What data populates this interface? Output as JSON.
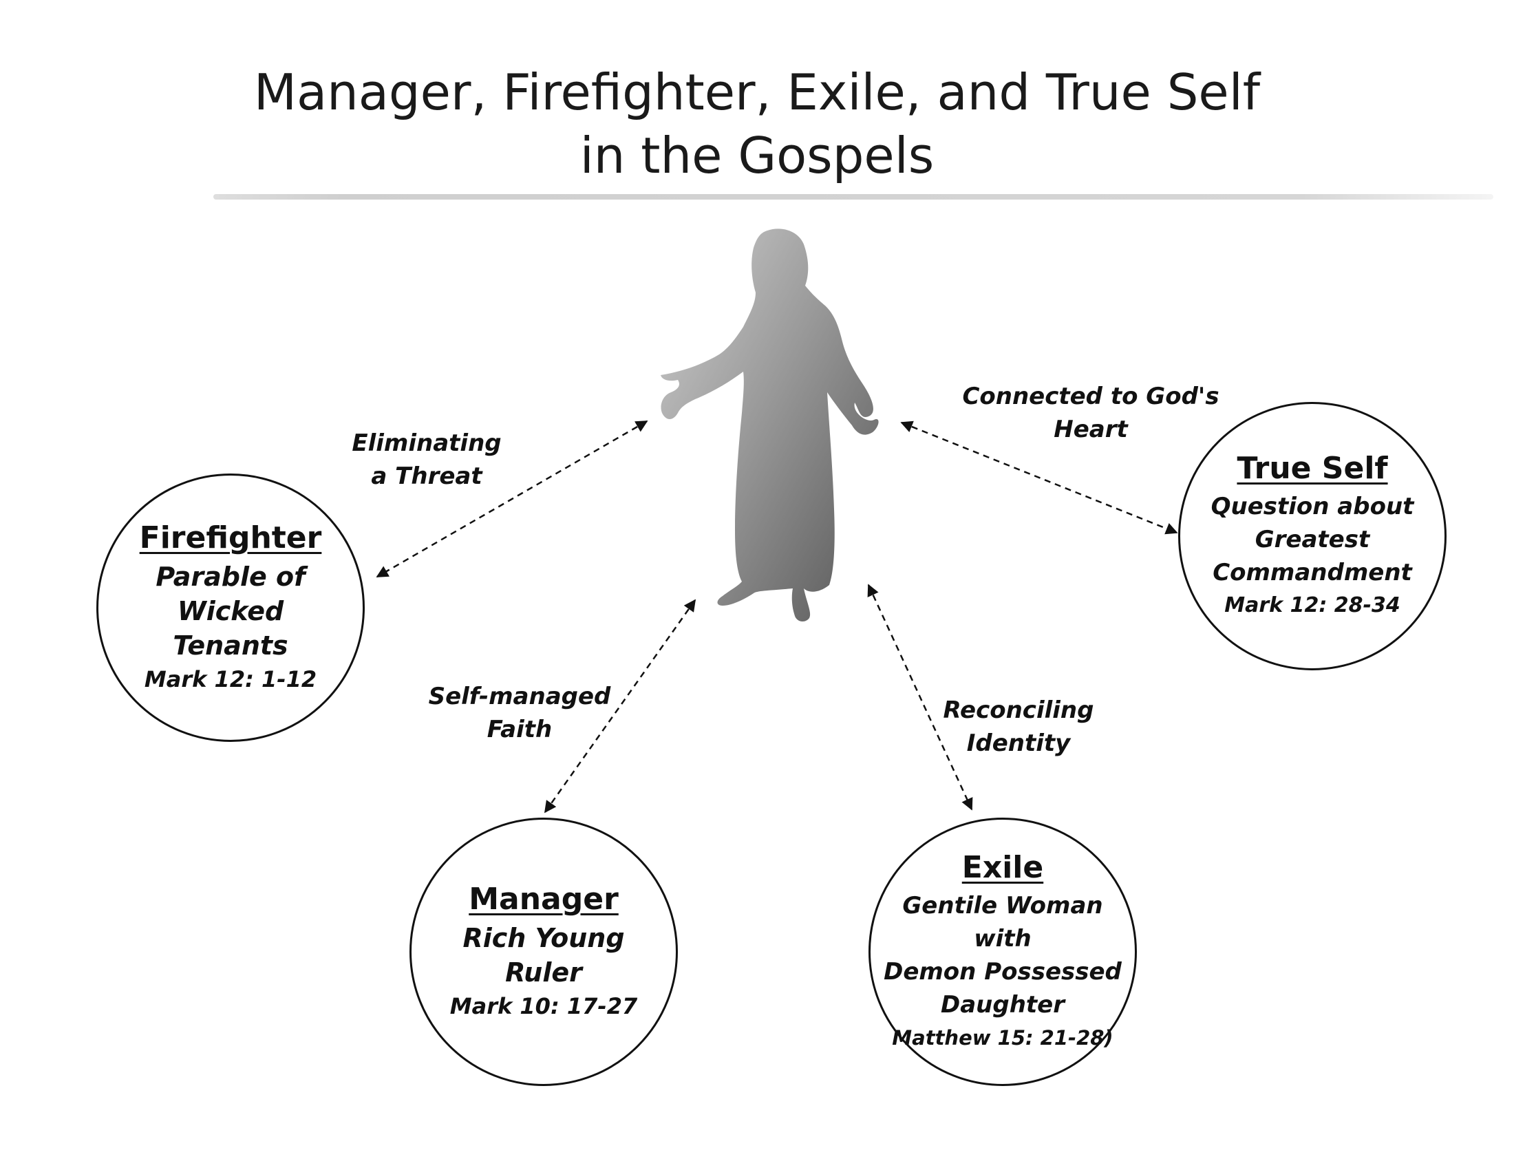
{
  "title": {
    "line1": "Manager, Firefighter, Exile, and True Self",
    "line2": "in the Gospels"
  },
  "center_figure": {
    "icon": "jesus-silhouette-icon"
  },
  "nodes": {
    "firefighter": {
      "name": "Firefighter",
      "story_line1": "Parable of Wicked",
      "story_line2": "Tenants",
      "reference": "Mark 12: 1-12"
    },
    "manager": {
      "name": "Manager",
      "story_line1": "Rich Young",
      "story_line2": "Ruler",
      "reference": "Mark 10: 17-27"
    },
    "exile": {
      "name": "Exile",
      "story_line1": "Gentile Woman with",
      "story_line2": "Demon Possessed",
      "story_line3": "Daughter",
      "reference": "Matthew 15: 21-28)"
    },
    "true_self": {
      "name": "True Self",
      "story_line1": "Question about",
      "story_line2": "Greatest",
      "story_line3": "Commandment",
      "reference": "Mark 12: 28-34"
    }
  },
  "edges": {
    "firefighter": {
      "line1": "Eliminating",
      "line2": "a Threat"
    },
    "manager": {
      "line1": "Self-managed",
      "line2": "Faith"
    },
    "exile": {
      "line1": "Reconciling",
      "line2": "Identity"
    },
    "true_self": {
      "line1": "Connected to God's",
      "line2": "Heart"
    }
  },
  "colors": {
    "figure_light": "#c8c8c8",
    "figure_dark": "#5e5e5e",
    "line": "#111111"
  }
}
